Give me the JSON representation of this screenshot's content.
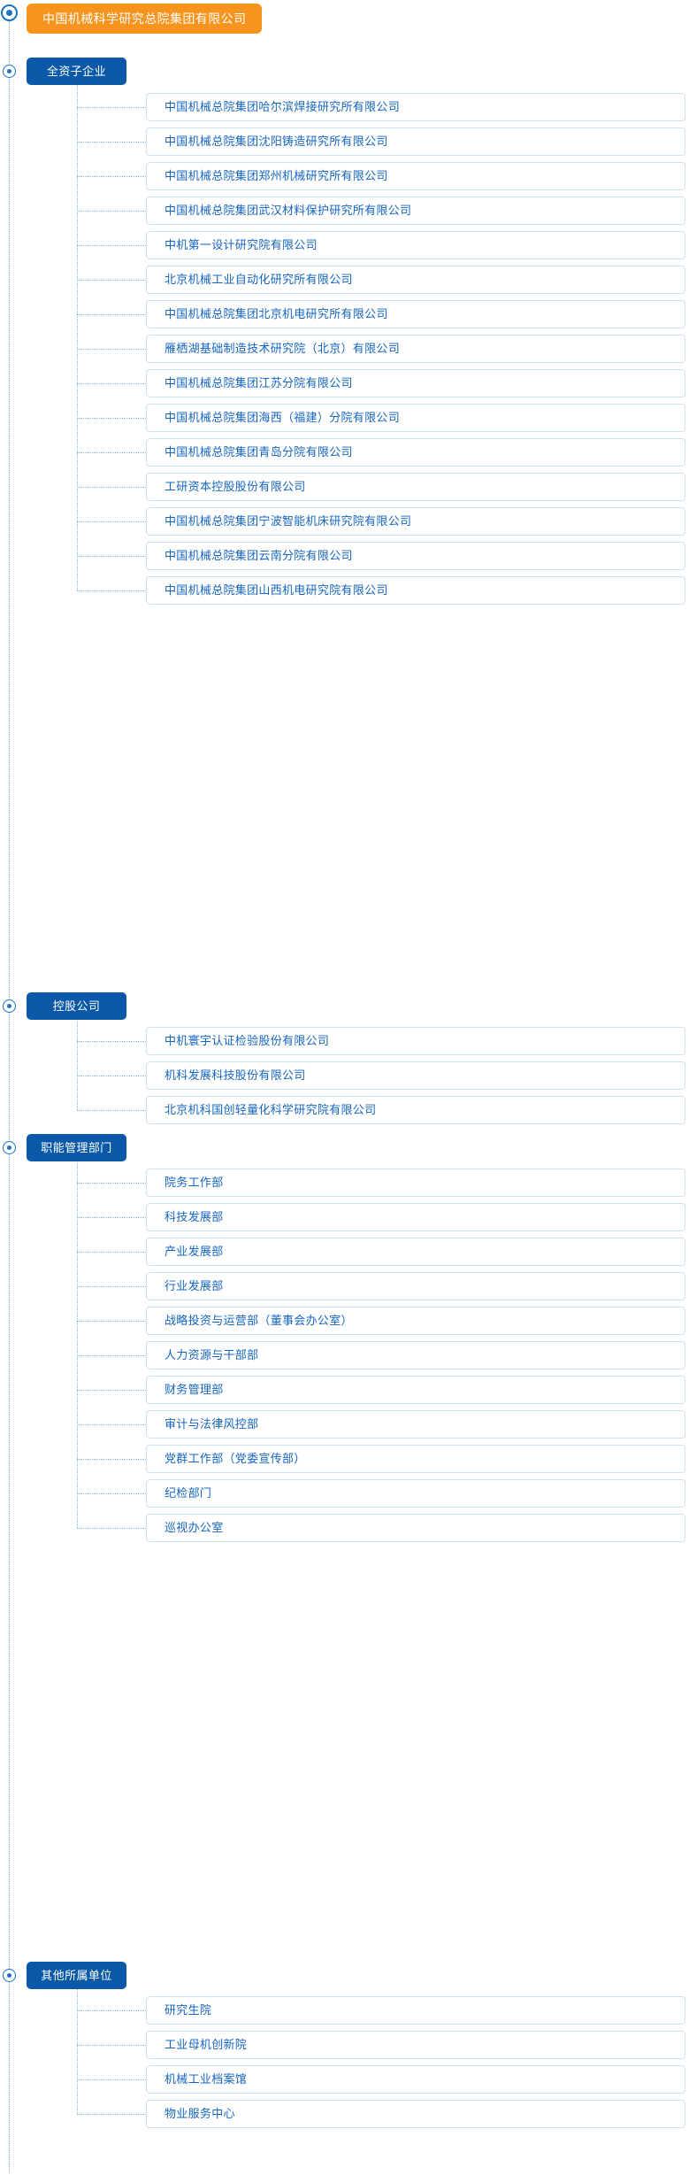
{
  "colors": {
    "root_bg": "#f7941d",
    "category_bg": "#0a59a8",
    "leaf_text": "#1565c0",
    "leaf_border": "#cfe0f0",
    "connector": "#8fb8dc",
    "spine": "#7aa9d6",
    "marker": "#1a72c4"
  },
  "root": {
    "label": "中国机械科学研究总院集团有限公司"
  },
  "categories": [
    {
      "label": "全资子企业",
      "items": [
        "中国机械总院集团哈尔滨焊接研究所有限公司",
        "中国机械总院集团沈阳铸造研究所有限公司",
        "中国机械总院集团郑州机械研究所有限公司",
        "中国机械总院集团武汉材料保护研究所有限公司",
        "中机第一设计研究院有限公司",
        "北京机械工业自动化研究所有限公司",
        "中国机械总院集团北京机电研究所有限公司",
        "雁栖湖基础制造技术研究院（北京）有限公司",
        "中国机械总院集团江苏分院有限公司",
        "中国机械总院集团海西（福建）分院有限公司",
        "中国机械总院集团青岛分院有限公司",
        "工研资本控股股份有限公司",
        "中国机械总院集团宁波智能机床研究院有限公司",
        "中国机械总院集团云南分院有限公司",
        "中国机械总院集团山西机电研究院有限公司"
      ]
    },
    {
      "label": "控股公司",
      "items": [
        "中机寰宇认证检验股份有限公司",
        "机科发展科技股份有限公司",
        "北京机科国创轻量化科学研究院有限公司"
      ]
    },
    {
      "label": "职能管理部门",
      "items": [
        "院务工作部",
        "科技发展部",
        "产业发展部",
        "行业发展部",
        "战略投资与运营部（董事会办公室）",
        "人力资源与干部部",
        "财务管理部",
        "审计与法律风控部",
        "党群工作部（党委宣传部）",
        "纪检部门",
        "巡视办公室"
      ]
    },
    {
      "label": "其他所属单位",
      "items": [
        "研究生院",
        "工业母机创新院",
        "机械工业档案馆",
        "物业服务中心"
      ]
    }
  ]
}
